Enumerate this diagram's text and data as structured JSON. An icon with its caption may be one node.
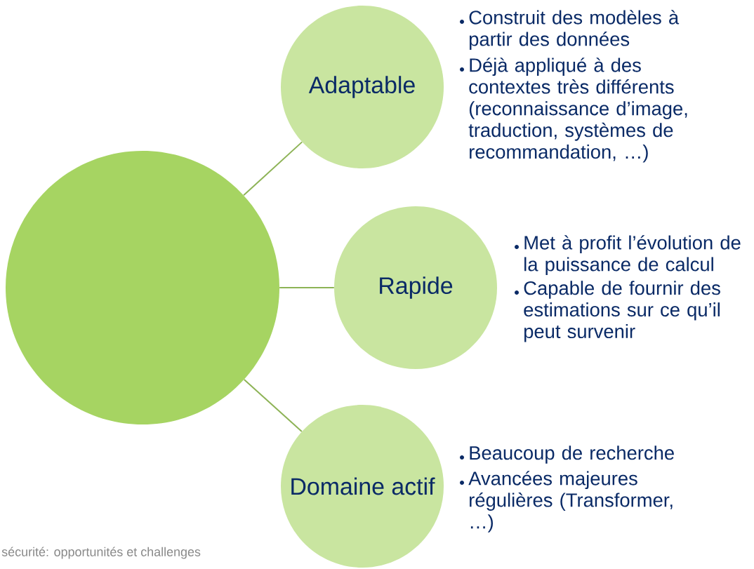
{
  "diagram": {
    "nodes": [
      {
        "text": [],
        "shape": "circle"
      },
      {
        "text": [
          "Adaptable"
        ],
        "beside": [
          "Construit des modèles à partir des données",
          "Déjà appliqué à des contextes très différents (reconnaissance d’image, traduction, systèmes de recommandation, …)"
        ]
      },
      {
        "text": [
          "Rapide"
        ],
        "beside": [
          "Met à profit l’évolution de la puissance de calcul",
          "Capable de fournir des estimations sur ce qu’il peut survenir"
        ]
      },
      {
        "text": [
          "Domaine actif"
        ],
        "beside": [
          "Beaucoup de recherche",
          "Avancées majeures régulières (Transformer, …)"
        ]
      }
    ],
    "edges": [
      {
        "from": 0,
        "to": 1,
        "arrow": "none"
      },
      {
        "from": 0,
        "to": 2,
        "arrow": "none"
      },
      {
        "from": 0,
        "to": 3,
        "arrow": "none"
      }
    ],
    "labels": [
      "sécurité: opportunités et challenges"
    ]
  }
}
